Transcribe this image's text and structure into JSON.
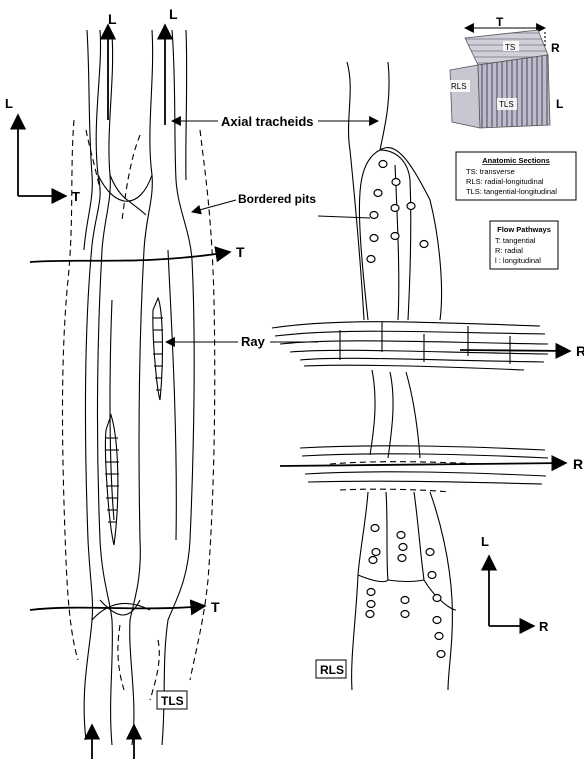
{
  "direction_labels": {
    "L": "L",
    "T": "T",
    "R": "R"
  },
  "callouts": {
    "axial_tracheids": "Axial tracheids",
    "bordered_pits": "Bordered pits",
    "ray": "Ray"
  },
  "section_tags": {
    "tls": "TLS",
    "rls": "RLS"
  },
  "block_faces": {
    "ts": "TS",
    "rls": "RLS",
    "tls": "TLS"
  },
  "anatomic_sections": {
    "title": "Anatomic Sections",
    "lines": [
      "TS: transverse",
      "RLS: radial-longitudinal",
      "TLS: tangential-longitudinal"
    ]
  },
  "flow_pathways": {
    "title": "Flow Pathways",
    "lines": [
      "T: tangential",
      "R: radial",
      "l : longitudinal"
    ]
  },
  "colors": {
    "ink": "#000000",
    "block_light": "#d8d8e0",
    "block_dark": "#6a6a7a"
  }
}
